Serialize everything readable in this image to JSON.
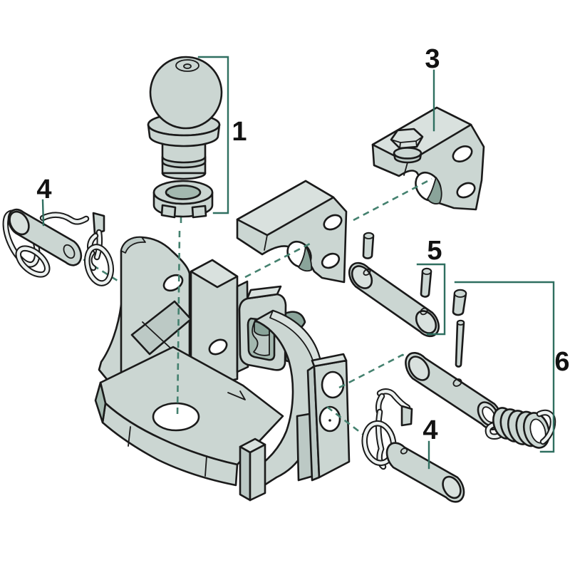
{
  "diagram": {
    "kind": "exploded-parts-diagram",
    "background": "#ffffff",
    "colors": {
      "outline": "#1a1a1a",
      "part_fill": "#cbd6d2",
      "part_fill_light": "#d9e1de",
      "part_fill_mid": "#bcc9c5",
      "part_fill_dark": "#a3b8af",
      "part_fill_deep": "#8aa49a",
      "annotation_line": "#2f6f60",
      "dashed_line": "#44816f",
      "label_color": "#121212"
    },
    "callouts": [
      {
        "id": "callout-1",
        "text": "1"
      },
      {
        "id": "callout-3",
        "text": "3"
      },
      {
        "id": "callout-4-left",
        "text": "4"
      },
      {
        "id": "callout-5",
        "text": "5"
      },
      {
        "id": "callout-6",
        "text": "6"
      },
      {
        "id": "callout-4-right",
        "text": "4"
      }
    ]
  }
}
